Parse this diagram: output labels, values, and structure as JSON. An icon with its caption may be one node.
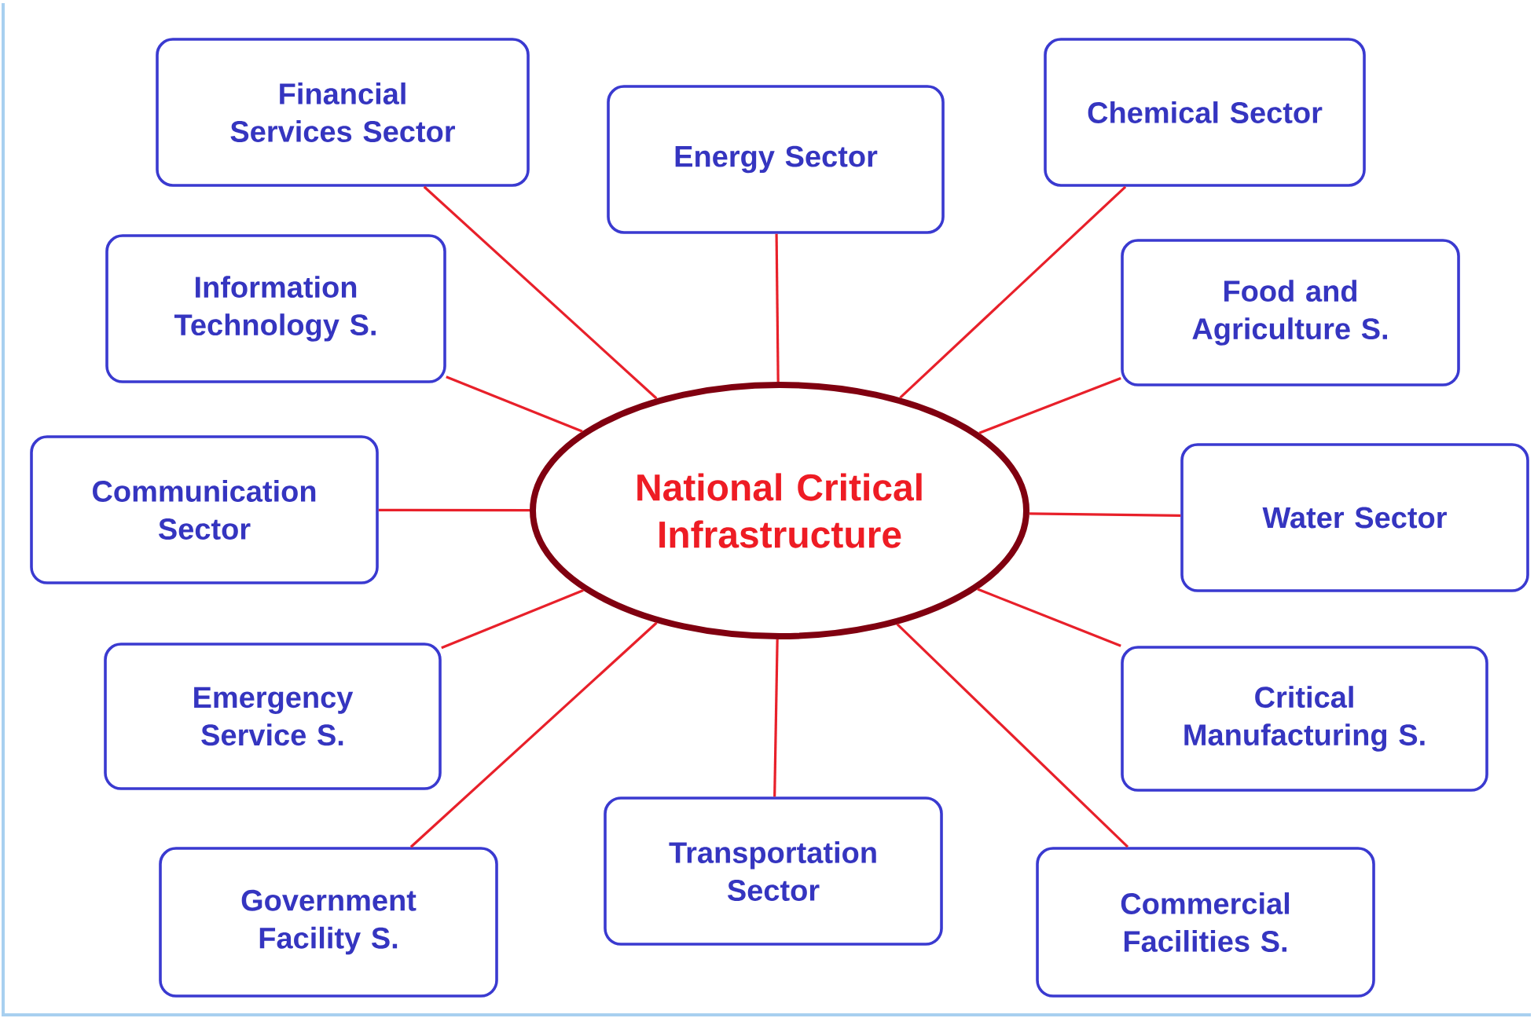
{
  "diagram": {
    "nodes": [
      {
        "text": [
          "National Critical Infrastructure"
        ]
      },
      {
        "text": [
          "Financial Services Sector"
        ]
      },
      {
        "text": [
          "Energy Sector"
        ]
      },
      {
        "text": [
          "Chemical Sector"
        ]
      },
      {
        "text": [
          "Information Technology S."
        ]
      },
      {
        "text": [
          "Food and Agriculture S."
        ]
      },
      {
        "text": [
          "Communication Sector"
        ]
      },
      {
        "text": [
          "Water Sector"
        ]
      },
      {
        "text": [
          "Emergency Service S."
        ]
      },
      {
        "text": [
          "Critical Manufacturing S."
        ]
      },
      {
        "text": [
          "Government Facility S."
        ]
      },
      {
        "text": [
          "Transportation Sector"
        ]
      },
      {
        "text": [
          "Commercial Facilities S."
        ]
      }
    ],
    "edges": [
      {
        "from": 0,
        "to": 1,
        "arrow": "none"
      },
      {
        "from": 0,
        "to": 2,
        "arrow": "none"
      },
      {
        "from": 0,
        "to": 3,
        "arrow": "none"
      },
      {
        "from": 0,
        "to": 4,
        "arrow": "none"
      },
      {
        "from": 0,
        "to": 5,
        "arrow": "none"
      },
      {
        "from": 0,
        "to": 6,
        "arrow": "none"
      },
      {
        "from": 0,
        "to": 7,
        "arrow": "none"
      },
      {
        "from": 0,
        "to": 8,
        "arrow": "none"
      },
      {
        "from": 0,
        "to": 9,
        "arrow": "none"
      },
      {
        "from": 0,
        "to": 10,
        "arrow": "none"
      },
      {
        "from": 0,
        "to": 11,
        "arrow": "none"
      },
      {
        "from": 0,
        "to": 12,
        "arrow": "none"
      }
    ]
  }
}
